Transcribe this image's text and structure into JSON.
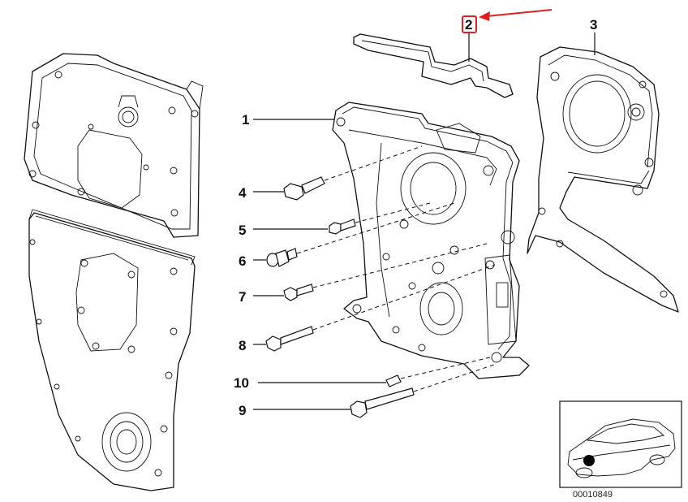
{
  "callouts": {
    "c1": "1",
    "c2": "2",
    "c3": "3",
    "c4": "4",
    "c5": "5",
    "c6": "6",
    "c7": "7",
    "c8": "8",
    "c9": "9",
    "c10": "10"
  },
  "highlight_color": "#e02020",
  "arrow_color": "#e02020",
  "inset_marker_color": "#000000",
  "diagram_ref": "00010849"
}
